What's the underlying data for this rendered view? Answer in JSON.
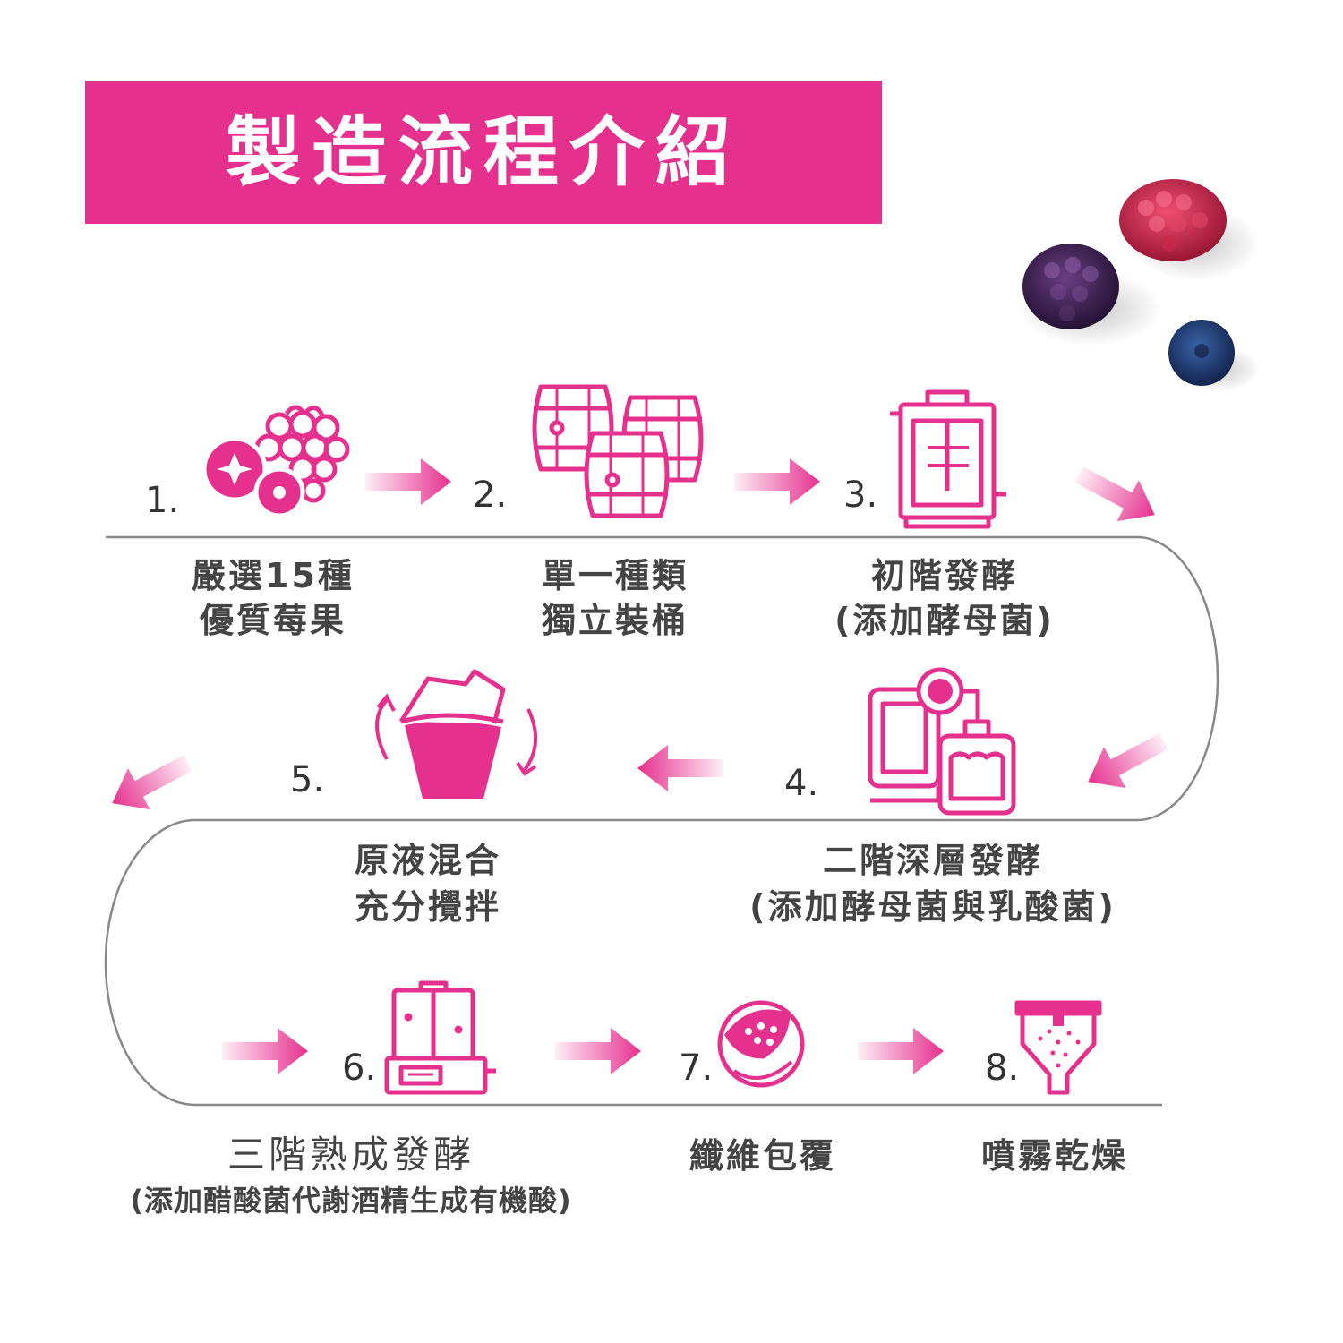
{
  "title": "製造流程介紹",
  "colors": {
    "accent": "#e6308e",
    "line": "#888888",
    "text": "#444444"
  },
  "steps": [
    {
      "num": "1.",
      "icon": "berries-icon",
      "line1": "嚴選15種",
      "line2": "優質莓果"
    },
    {
      "num": "2.",
      "icon": "barrels-icon",
      "line1": "單一種類",
      "line2": "獨立裝桶"
    },
    {
      "num": "3.",
      "icon": "fermentation-tank-icon",
      "line1": "初階發酵",
      "line2": "(添加酵母菌)"
    },
    {
      "num": "4.",
      "icon": "yeast-fermenter-icon",
      "line1": "二階深層發酵",
      "line2": "(添加酵母菌與乳酸菌)"
    },
    {
      "num": "5.",
      "icon": "mixing-bucket-icon",
      "line1": "原液混合",
      "line2": "充分攪拌"
    },
    {
      "num": "6.",
      "icon": "aging-tank-icon",
      "line1": "三階熟成發酵",
      "line2": "(添加醋酸菌代謝酒精生成有機酸)"
    },
    {
      "num": "7.",
      "icon": "fiber-coating-icon",
      "line1": "纖維包覆",
      "line2": ""
    },
    {
      "num": "8.",
      "icon": "spray-dryer-icon",
      "line1": "噴霧乾燥",
      "line2": ""
    }
  ]
}
